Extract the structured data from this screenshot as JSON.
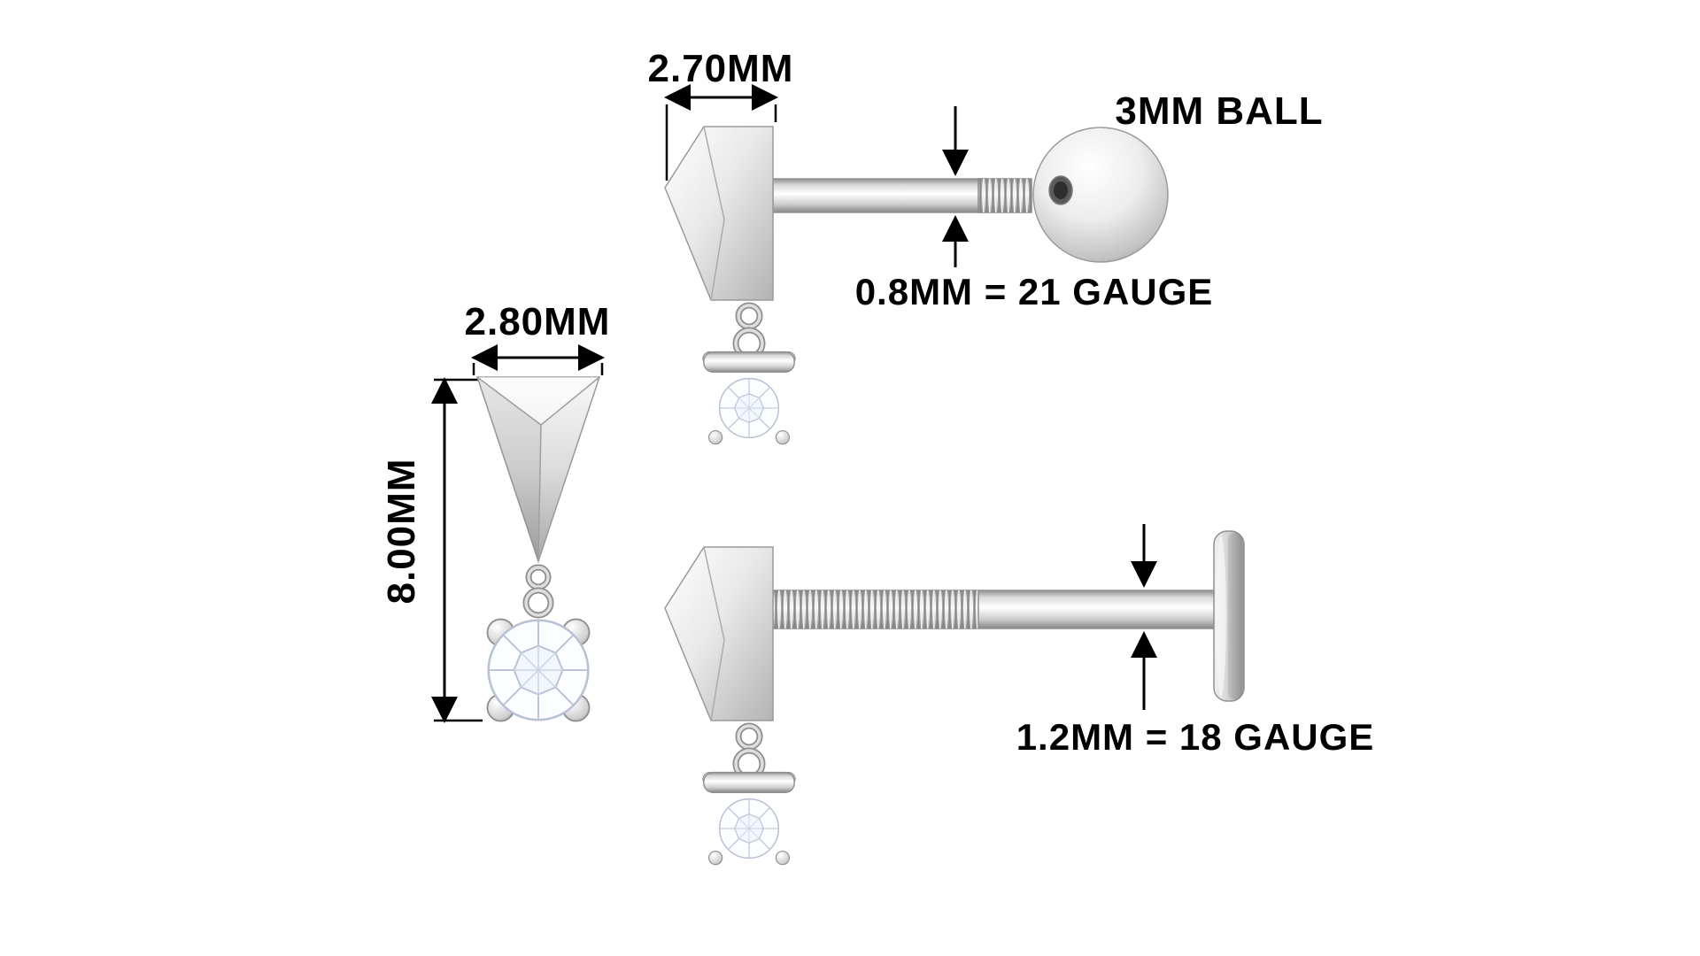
{
  "page": {
    "background": "#ffffff",
    "description_labels_only": "technical dimension diagram of a triangle drop piercing earring"
  },
  "colors": {
    "dimension_line": "#000000",
    "metal_edge": "#9a9a9a",
    "metal_light": "#f5f5f5",
    "metal_dark": "#8d8d8d",
    "diamond_facet": "#b7c0d4"
  },
  "views": {
    "ball_side": {
      "width_label": "2.70MM",
      "ball_label": "3MM BALL",
      "gauge_label": "0.8MM = 21 GAUGE"
    },
    "front": {
      "width_label": "2.80MM",
      "height_label": "8.00MM"
    },
    "labret_side": {
      "gauge_label": "1.2MM = 18 GAUGE"
    }
  }
}
